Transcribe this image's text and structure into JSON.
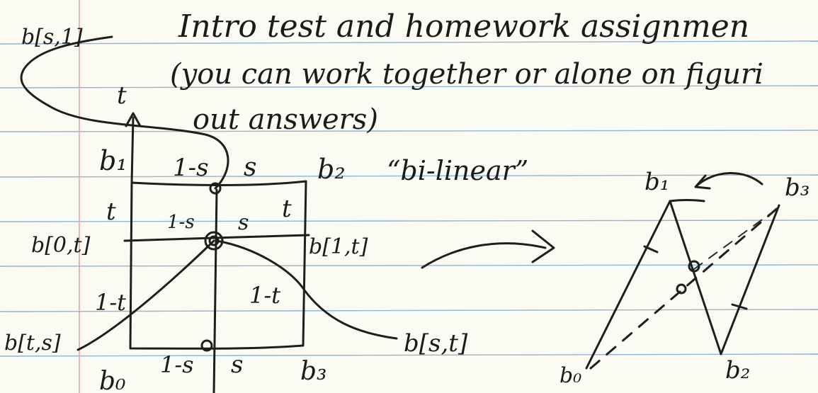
{
  "note": {
    "title": "Intro test and homework assignmen",
    "subtitle_line1": "(you can work together or alone on figuri",
    "subtitle_line2": "out answers)"
  },
  "left_figure": {
    "label_b_s_1": "b[s,1]",
    "label_t_axis": "t",
    "label_b1": "b₁",
    "label_1_minus_s_top": "1-s",
    "label_s_top": "s",
    "label_b2": "b₂",
    "label_t_left": "t",
    "label_t_right": "t",
    "label_1_minus_s_mid": "1-s",
    "label_s_mid": "s",
    "label_b_0_t": "b[0,t]",
    "label_b_1_t": "b[1,t]",
    "label_1_minus_t_left": "1-t",
    "label_1_minus_t_right": "1-t",
    "label_b_t_s": "b[t,s]",
    "label_b_s_t": "b[s,t]",
    "label_1_minus_s_bottom": "1-s",
    "label_s_bottom": "s",
    "label_b0": "b₀",
    "label_b3": "b₃"
  },
  "middle": {
    "bilinear_label": "“bi-linear”"
  },
  "right_figure": {
    "label_b1": "b₁",
    "label_b3": "b₃",
    "label_b0": "b₀",
    "label_b2": "b₂"
  },
  "colors": {
    "paper": "#fbfbf4",
    "ruled_line": "#8fb4d6",
    "margin_line": "#e3a6a6",
    "ink": "#1b1b1b"
  }
}
